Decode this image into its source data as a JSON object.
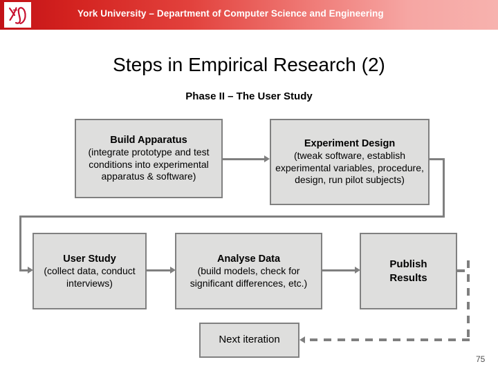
{
  "header": {
    "logo_icon": "york-university-logo-icon",
    "title": "York University – Department of Computer Science and Engineering",
    "gradient_from": "#c21217",
    "gradient_to": "#f7b2ae",
    "text_color": "#ffffff"
  },
  "slide": {
    "title": "Steps in Empirical Research (2)",
    "subtitle": "Phase II – The User Study",
    "page_number": "75"
  },
  "diagram": {
    "box_fill": "#dededd",
    "box_border": "#808080",
    "connector_color": "#7f7f7f",
    "boxes": [
      {
        "id": "build-apparatus",
        "title": "Build Apparatus",
        "detail": "(integrate prototype and test conditions into experimental apparatus & software)"
      },
      {
        "id": "experiment-design",
        "title": "Experiment Design",
        "detail": "(tweak software, establish experimental variables, procedure, design, run pilot subjects)"
      },
      {
        "id": "user-study",
        "title": "User Study",
        "detail": "(collect data, conduct interviews)"
      },
      {
        "id": "analyse-data",
        "title": "Analyse Data",
        "detail": "(build models, check for significant differences, etc.)"
      },
      {
        "id": "publish-results",
        "title": "Publish Results",
        "detail": ""
      },
      {
        "id": "next-iteration",
        "title": "",
        "detail": "Next iteration"
      }
    ],
    "connectors": [
      {
        "id": "build-to-design",
        "style": "solid",
        "arrow": "right"
      },
      {
        "id": "design-to-user-study",
        "style": "solid",
        "arrow": "right"
      },
      {
        "id": "user-study-to-analyse",
        "style": "solid",
        "arrow": "right"
      },
      {
        "id": "analyse-to-publish",
        "style": "solid",
        "arrow": "right"
      },
      {
        "id": "publish-to-next-iteration",
        "style": "dashed",
        "arrow": "left"
      }
    ]
  }
}
